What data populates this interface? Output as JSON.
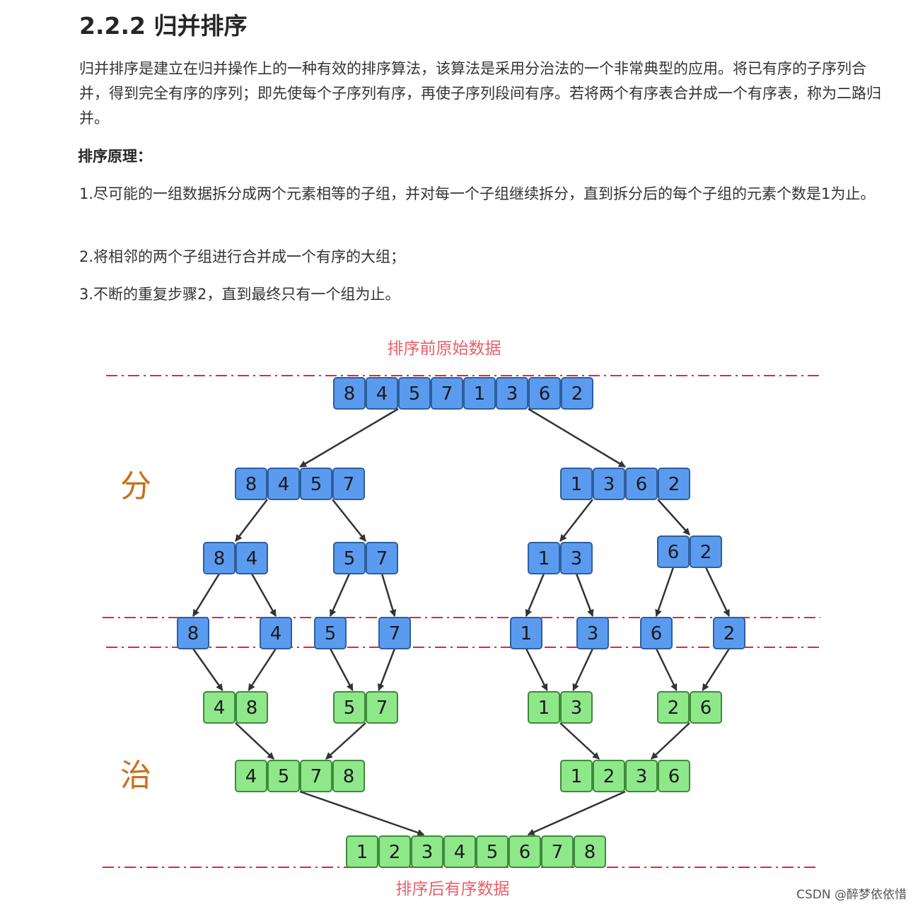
{
  "title": "2.2.2 归并排序",
  "intro": "归并排序是建立在归并操作上的一种有效的排序算法，该算法是采用分治法的一个非常典型的应用。将已有序的子序列合并，得到完全有序的序列；即先使每个子序列有序，再使子序列段间有序。若将两个有序表合并成一个有序表，称为二路归并。",
  "principle_label": "排序原理：",
  "steps": [
    "1.尽可能的一组数据拆分成两个元素相等的子组，并对每一个子组继续拆分，直到拆分后的每个子组的元素个数是1为止。",
    "2.将相邻的两个子组进行合并成一个有序的大组；",
    "3.不断的重复步骤2，直到最终只有一个组为止。"
  ],
  "diagram": {
    "top_label": "排序前原始数据",
    "bottom_label": "排序后有序数据",
    "divide_label": "分",
    "conquer_label": "治",
    "colors": {
      "blue_fill": "#5b9bef",
      "blue_stroke": "#2d5f9e",
      "green_fill": "#8ee88a",
      "green_stroke": "#3d8a3a",
      "dashed_line": "#e8243c",
      "label_red": "#e8606a",
      "label_orange": "#c8701c",
      "arrow": "#333333"
    },
    "divide_rows": [
      [
        [
          8,
          4,
          5,
          7,
          1,
          3,
          6,
          2
        ]
      ],
      [
        [
          8,
          4,
          5,
          7
        ],
        [
          1,
          3,
          6,
          2
        ]
      ],
      [
        [
          8,
          4
        ],
        [
          5,
          7
        ],
        [
          1,
          3
        ],
        [
          6,
          2
        ]
      ],
      [
        [
          8
        ],
        [
          4
        ],
        [
          5
        ],
        [
          7
        ],
        [
          1
        ],
        [
          3
        ],
        [
          6
        ],
        [
          2
        ]
      ]
    ],
    "merge_rows": [
      [
        [
          4,
          8
        ],
        [
          5,
          7
        ],
        [
          1,
          3
        ],
        [
          2,
          6
        ]
      ],
      [
        [
          4,
          5,
          7,
          8
        ],
        [
          1,
          2,
          3,
          6
        ]
      ],
      [
        [
          1,
          2,
          3,
          4,
          5,
          6,
          7,
          8
        ]
      ]
    ]
  },
  "footer": "CSDN @醉梦依依惜"
}
